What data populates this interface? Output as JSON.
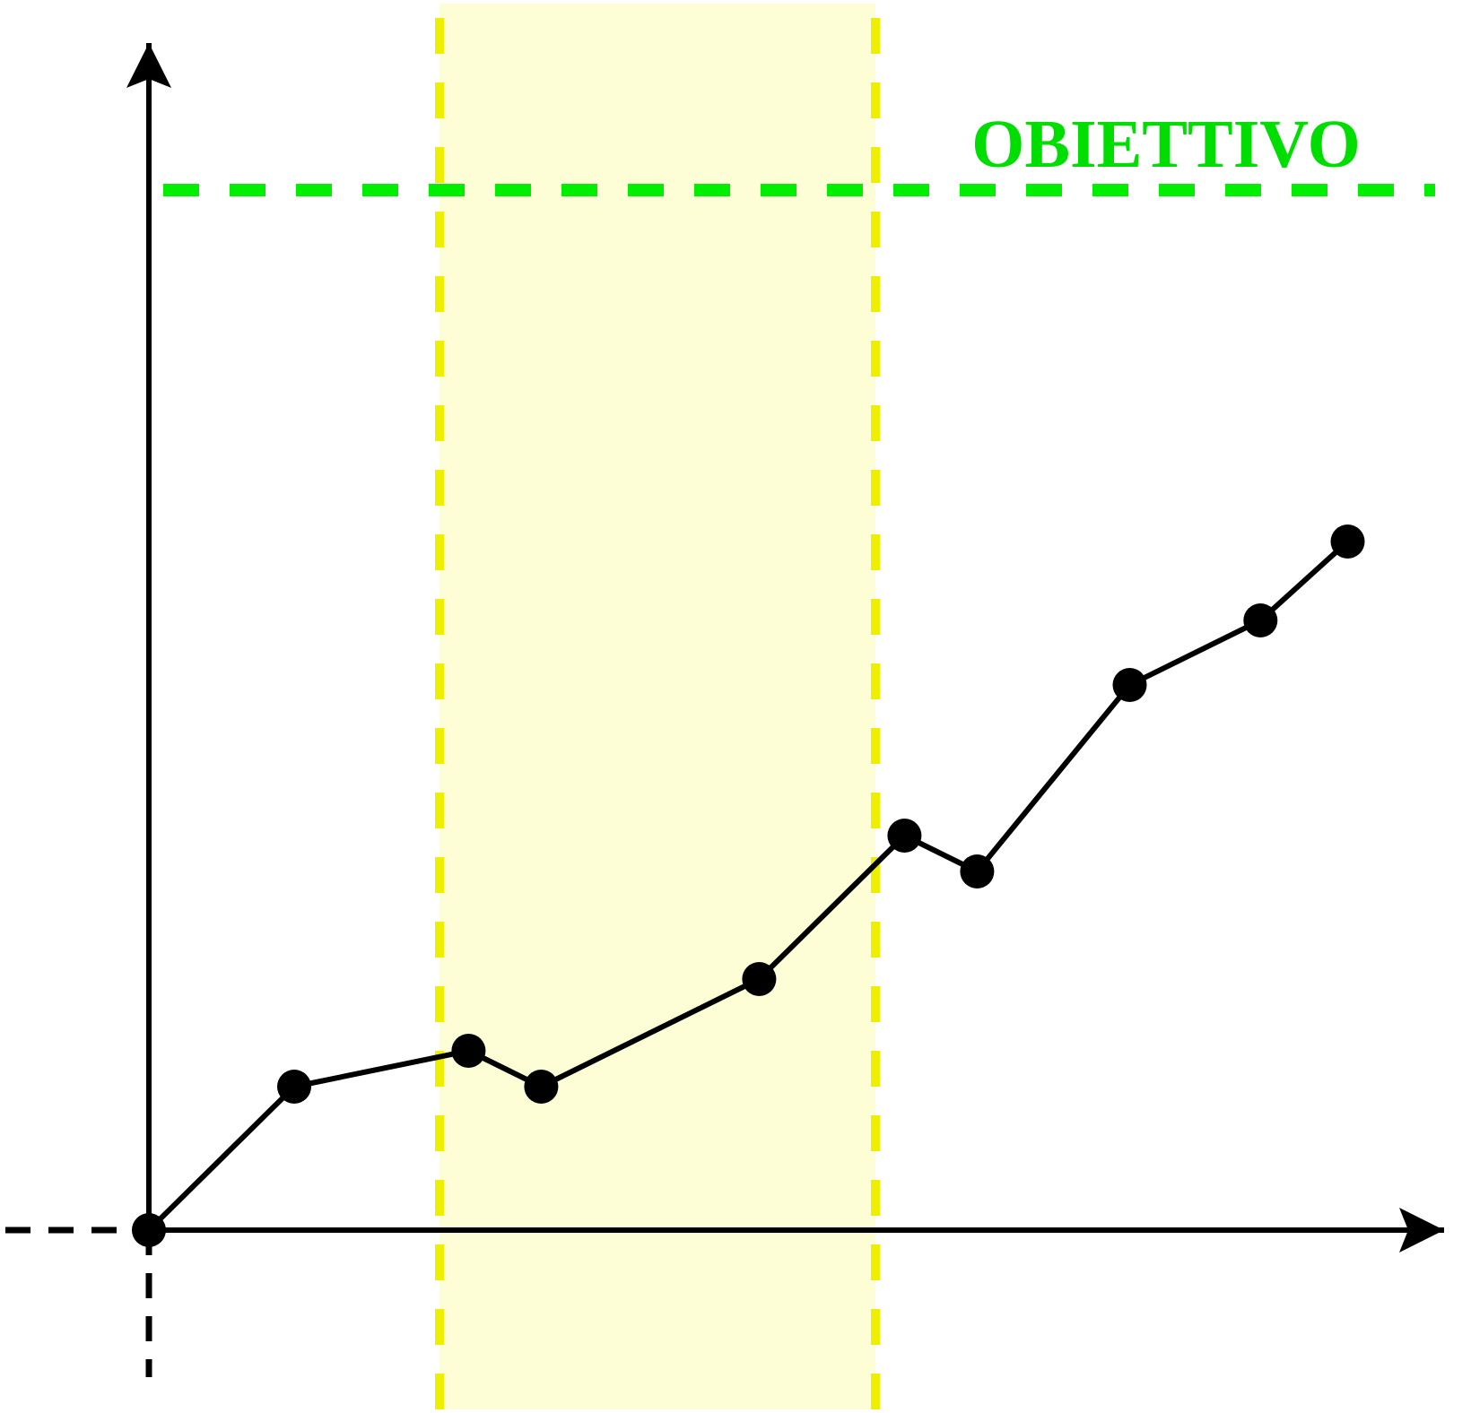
{
  "chart_data": {
    "type": "line",
    "title": "",
    "xlabel": "",
    "ylabel": "",
    "xlim": [
      0,
      18
    ],
    "ylim": [
      0,
      14
    ],
    "grid": false,
    "series": [
      {
        "values": [
          {
            "x": 0,
            "y": 0
          },
          {
            "x": 2,
            "y": 2
          },
          {
            "x": 4.4,
            "y": 2.5
          },
          {
            "x": 5.4,
            "y": 2
          },
          {
            "x": 8.4,
            "y": 3.5
          },
          {
            "x": 10.4,
            "y": 5.5
          },
          {
            "x": 11.4,
            "y": 5
          },
          {
            "x": 13.5,
            "y": 7.6
          },
          {
            "x": 15.3,
            "y": 8.5
          },
          {
            "x": 16.5,
            "y": 9.6
          }
        ]
      }
    ],
    "highlight_band": {
      "x_start": 4,
      "x_end": 10
    },
    "target": {
      "label": "OBIETTIVO",
      "y": 14.5
    },
    "colors": {
      "line": "#000000",
      "target": "#00ee00",
      "target_text": "#00dd00",
      "band_fill": "#fdfdd6",
      "band_border": "#eeee00"
    }
  }
}
